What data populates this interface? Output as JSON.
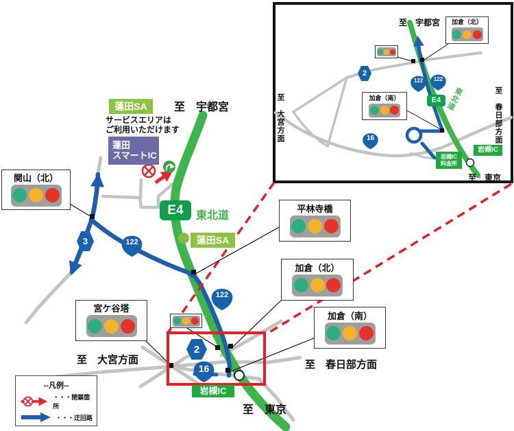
{
  "colors": {
    "expressway_green": "#3db54a",
    "detour_blue": "#1d5fae",
    "closed_red": "#ed1c24",
    "route_shield_blue": "#1761ad",
    "sa_badge_green": "#8cc43f",
    "smart_ic_purple": "#6b6ba6",
    "ic_badge_green": "#1faa3c",
    "signal_green": "#2daf7d",
    "signal_yellow": "#f2b32a",
    "signal_red": "#e63329"
  },
  "legend": {
    "title": "--凡例--",
    "closed": "・・・閉鎖箇所",
    "detour": "・・・迂回路"
  },
  "main": {
    "dest_utsunomiya": "至　宇都宮",
    "dest_tokyo": "至　東京",
    "dest_omiya": "至　大宮方面",
    "dest_kasukabe": "至　春日部方面",
    "hasuda_sa": "蓮田SA",
    "sa_note1": "サービスエリアは",
    "sa_note2": "ご利用いただけます",
    "smart_ic1": "蓮田",
    "smart_ic2": "スマートIC",
    "e4": "E4",
    "tohoku": "東北道",
    "hasuda_sa2": "蓮田SA",
    "iwatsuki_ic": "岩槻IC",
    "sig_sekiyama": "関山（北）",
    "sig_heirinji": "平林寺橋",
    "sig_kakura_kita": "加倉（北）",
    "sig_kakura_minami": "加倉（南）",
    "sig_miyagayato": "宮ケ谷塔",
    "r3": "3",
    "r122": "122",
    "r122b": "122",
    "r2": "2",
    "r16": "16"
  },
  "inset": {
    "dest_utsunomiya": "至　宇都宮",
    "dest_tokyo": "至　東京",
    "dest_omiya": "至　大宮方面",
    "dest_kasukabe": "至　春日部方面",
    "sig_kakura_kita": "加倉（北）",
    "sig_kakura_minami": "加倉（南）",
    "e4": "E4",
    "tohoku": "東北道",
    "iwatsuki_ic": "岩槻IC",
    "tollgate1": "岩槻IC",
    "tollgate2": "料金所",
    "r2": "2",
    "r122a": "122",
    "r122b": "122",
    "r16": "16"
  }
}
